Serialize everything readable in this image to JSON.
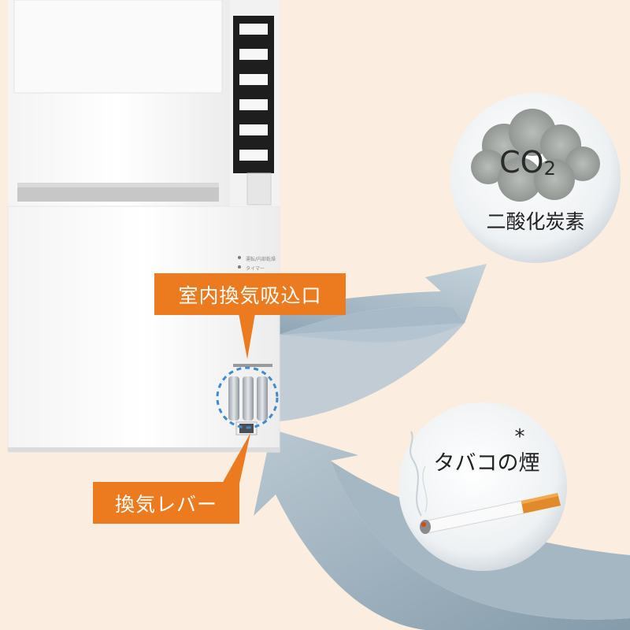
{
  "labels": {
    "intake_port": "室内換気吸込口",
    "vent_lever": "換気レバー",
    "co2_formula_main": "CO",
    "co2_formula_sub": "2",
    "co2_name": "二酸化炭素",
    "tobacco_smoke": "タバコの煙",
    "asterisk": "*",
    "panel_indicator_1": "運転/内部乾燥",
    "panel_indicator_2": "タイマー"
  },
  "colors": {
    "callout_orange": "#ec7a1e",
    "background_cream": "#fbeee0",
    "arrow_blue_gray": "#9fb3c2",
    "focus_ring_blue": "#3f8ad0"
  }
}
